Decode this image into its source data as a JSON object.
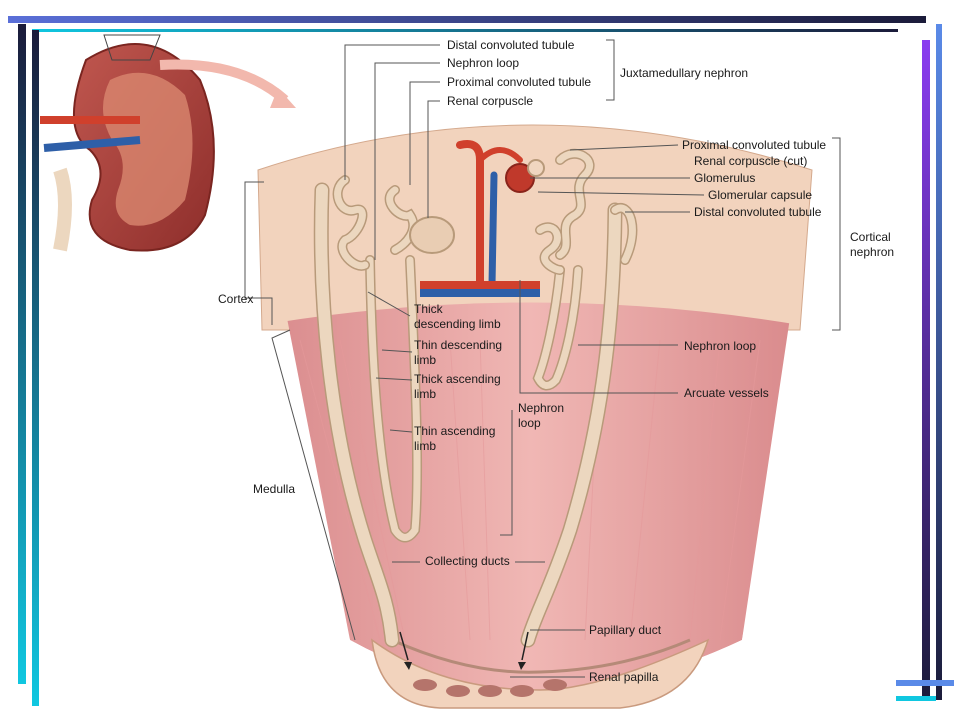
{
  "colors": {
    "tissue_cortex": "#f2d3bd",
    "tissue_medulla": "#e8a7a6",
    "tubule": "#ecd7bf",
    "tubule_edge": "#b89a7a",
    "artery": "#d0402c",
    "vein": "#2e5fa8",
    "frame_dark": "#1b1b3a",
    "frame_cyan": "#10c7e0",
    "frame_purple": "#8a3cf0"
  },
  "labels": {
    "distal_top": "Distal convoluted tubule",
    "nephron_loop_top": "Nephron loop",
    "proximal_top": "Proximal convoluted tubule",
    "renal_corpuscle": "Renal corpuscle",
    "juxtamedullary": "Juxtamedullary nephron",
    "proximal_right": "Proximal convoluted tubule",
    "renal_corpuscle_cut": "Renal corpuscle (cut)",
    "glomerulus": "Glomerulus",
    "glomerular_capsule": "Glomerular capsule",
    "distal_right": "Distal convoluted tubule",
    "cortical_nephron_1": "Cortical",
    "cortical_nephron_2": "nephron",
    "cortex": "Cortex",
    "medulla": "Medulla",
    "thick_desc_1": "Thick",
    "thick_desc_2": "descending limb",
    "thin_desc_1": "Thin descending",
    "thin_desc_2": "limb",
    "thick_asc_1": "Thick ascending",
    "thick_asc_2": "limb",
    "thin_asc_1": "Thin ascending",
    "thin_asc_2": "limb",
    "nephron_loop_mid_1": "Nephron",
    "nephron_loop_mid_2": "loop",
    "nephron_loop_right": "Nephron loop",
    "arcuate_vessels": "Arcuate vessels",
    "collecting_ducts": "Collecting ducts",
    "papillary_duct": "Papillary duct",
    "renal_papilla": "Renal papilla"
  }
}
